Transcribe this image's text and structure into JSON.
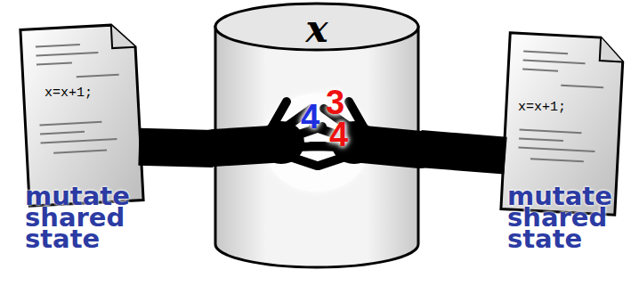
{
  "diagram": {
    "nodes": [
      {
        "text": [
          "x=x+1;",
          "mutate shared state"
        ]
      },
      {
        "text": [
          "x"
        ]
      },
      {
        "text": [
          "x=x+1;",
          "mutate shared state"
        ]
      }
    ],
    "edges": [
      {
        "from": 0,
        "to": 1,
        "arrow": "none"
      },
      {
        "from": 2,
        "to": 1,
        "arrow": "none"
      }
    ],
    "labels": [
      "4",
      "3",
      "4"
    ]
  }
}
